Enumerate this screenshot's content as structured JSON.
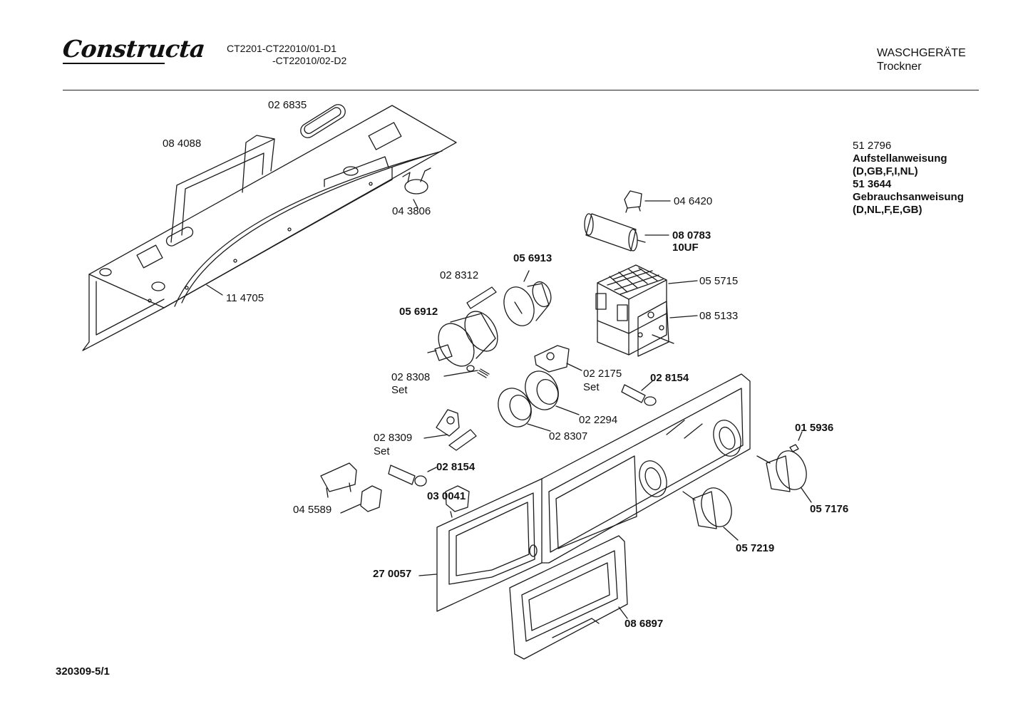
{
  "header": {
    "brand": "Constructa",
    "model_line1": "CT2201-CT22010/01-D1",
    "model_line2": "-CT22010/02-D2",
    "category": "WASCHGERÄTE",
    "subcategory": "Trockner"
  },
  "documents": [
    "51 2796",
    "Aufstellanweisung",
    "(D,GB,F,I,NL)",
    "51 3644",
    "Gebrauchsanweisung",
    "(D,NL,F,E,GB)"
  ],
  "parts": {
    "p026835": "02 6835",
    "p084088": "08 4088",
    "p043806": "04 3806",
    "p114705": "11 4705",
    "p046420": "04 6420",
    "p080783": "08 0783",
    "p080783_cap": "10UF",
    "p056913": "05 6913",
    "p028312": "02 8312",
    "p055715": "05 5715",
    "p085133": "08 5133",
    "p056912": "05 6912",
    "p028308": "02 8308",
    "p028308_set": "Set",
    "p022175": "02 2175",
    "p022175_set": "Set",
    "p028154a": "02 8154",
    "p022294": "02 2294",
    "p028307": "02 8307",
    "p015936": "01 5936",
    "p028309": "02 8309",
    "p028309_set": "Set",
    "p028154b": "02 8154",
    "p057176": "05 7176",
    "p045589": "04 5589",
    "p030041": "03 0041",
    "p057219": "05 7219",
    "p270057": "27 0057",
    "p086897": "08 6897"
  },
  "footer": {
    "drawing_number": "320309-5/1"
  }
}
